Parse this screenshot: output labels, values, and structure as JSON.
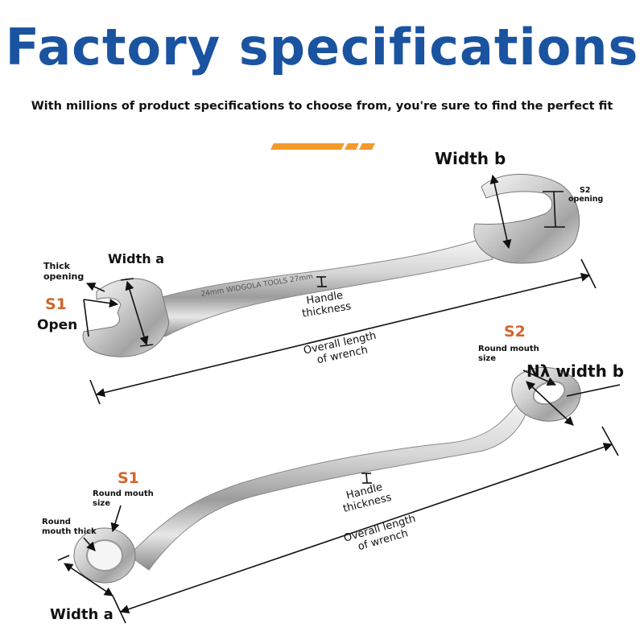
{
  "header": {
    "title": "Factory specifications",
    "subtitle": "With millions of product specifications to choose from, you're sure to find the perfect fit"
  },
  "colors": {
    "title": "#1a53a0",
    "accent": "#f39a2b",
    "label_orange": "#d4652a",
    "text": "#111111"
  },
  "open_wrench": {
    "width_b": "Width b",
    "s2_opening": [
      "S2",
      "opening"
    ],
    "thick_opening": [
      "Thick",
      "opening"
    ],
    "width_a": "Width a",
    "s1": "S1",
    "open": "Open",
    "handle_thickness": [
      "Handle",
      "thickness"
    ],
    "overall_length": [
      "Overall length",
      "of wrench"
    ]
  },
  "ring_wrench": {
    "s2": "S2",
    "round_mouth_size_top": [
      "Round mouth",
      "size"
    ],
    "width_b": "Nλ width b",
    "s1": "S1",
    "round_mouth_size_bottom": [
      "Round mouth",
      "size"
    ],
    "round_mouth_thick": [
      "Round",
      "mouth thick"
    ],
    "handle_thickness": [
      "Handle",
      "thickness"
    ],
    "overall_length": [
      "Overall length",
      "of wrench"
    ],
    "width_a": "Width a"
  }
}
